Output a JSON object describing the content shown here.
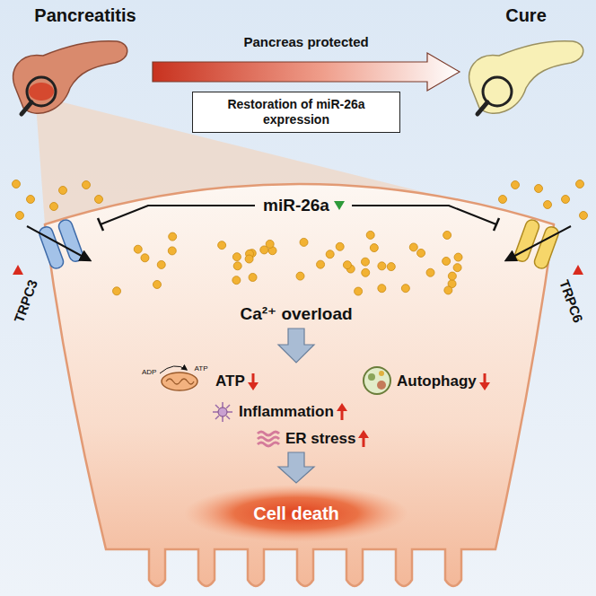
{
  "diagram": {
    "nodes": [
      {
        "text": [
          "Pancreatitis"
        ]
      },
      {
        "text": [
          "Cure"
        ]
      },
      {
        "text": [
          "Restoration of miR-26a expression"
        ]
      },
      {
        "text": [
          "TRPC3"
        ]
      },
      {
        "text": [
          "TRPC6"
        ]
      },
      {
        "text": [
          "Cell death"
        ]
      }
    ],
    "edges": [
      {
        "from": 0,
        "to": 1,
        "arrow": "to",
        "label": "Pancreas protected"
      }
    ],
    "labels": [
      "miR-26a",
      "Ca²⁺ overload",
      "ADP",
      "ATP",
      "ATP",
      "Autophagy",
      "Inflammation",
      "ER stress"
    ]
  }
}
